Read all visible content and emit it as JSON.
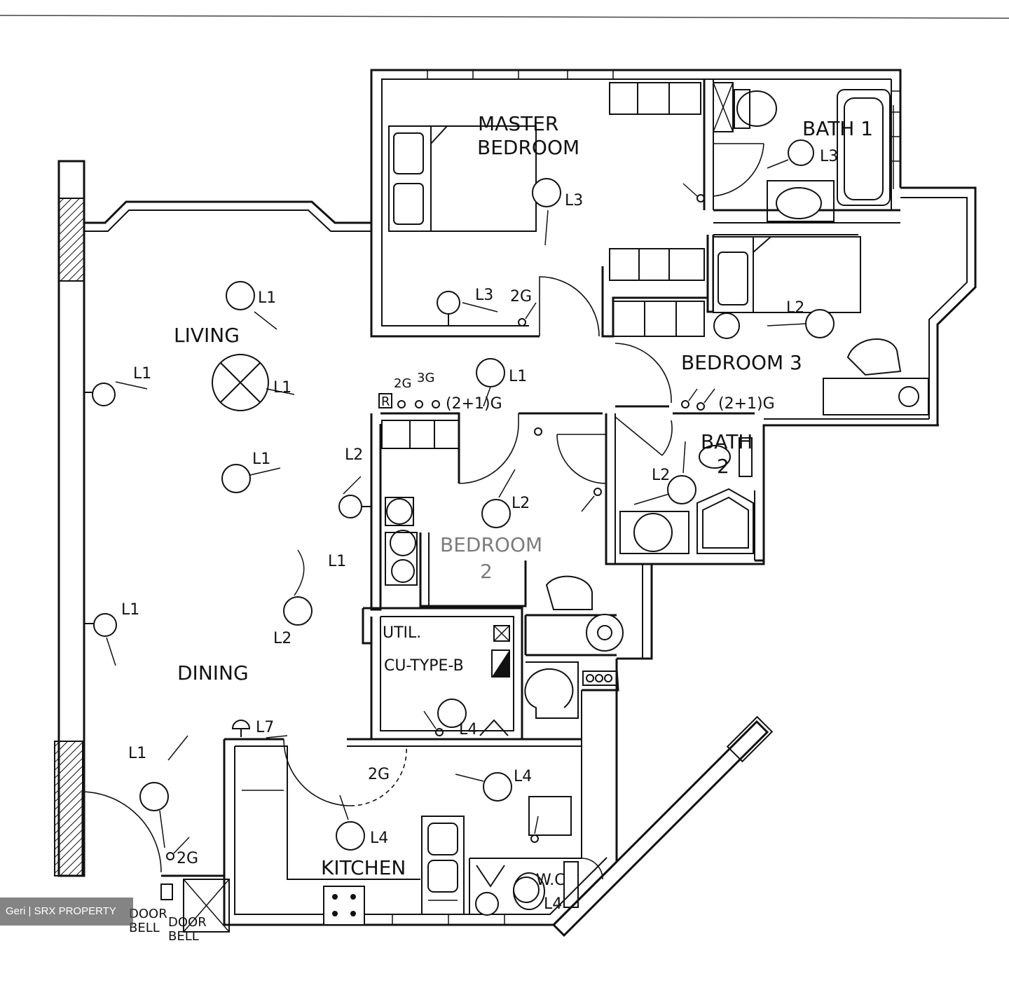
{
  "rooms": {
    "master_bedroom": [
      "MASTER",
      "BEDROOM"
    ],
    "bath1": "BATH 1",
    "bedroom3": "BEDROOM 3",
    "bath2": [
      "BATH",
      "2"
    ],
    "living": "LIVING",
    "dining": "DINING",
    "kitchen": "KITCHEN",
    "util": "UTIL.",
    "cu_type": "CU-TYPE-B",
    "wc": "W.C",
    "bedroom2": [
      "BEDROOM",
      "2"
    ]
  },
  "light_labels": {
    "living_l1_a": "L1",
    "living_l1_b": "L1",
    "living_l1_c": "L1",
    "living_l1_d": "L1",
    "living_l1_e": "L1",
    "dining_l1_a": "L1",
    "dining_l1_b": "L1",
    "dining_l1_c": "L1",
    "dining_l2": "L2",
    "master_l3_a": "L3",
    "master_l3_b": "L3",
    "bath1_l3": "L3",
    "bed3_l2": "L2",
    "bath2_l2": "L2",
    "corridor_l2": "L2",
    "bed2_l2": "L2",
    "util_l4": "L4",
    "kitchen_l4_a": "L4",
    "kitchen_l4_b": "L4",
    "wc_l4": "L4",
    "entry_l7": "L7"
  },
  "switch_labels": {
    "master_2g": "2G",
    "corridor_2g": "2G",
    "corridor_3g": "3G",
    "corridor_21g": "(2+1)G",
    "bed3_21g": "(2+1)G",
    "kitchen_2g": "2G",
    "entry_2g": "2G",
    "r_mark": "R"
  },
  "doorbell": [
    "DOOR",
    "BELL"
  ],
  "watermark": "Geri | SRX PROPERTY"
}
